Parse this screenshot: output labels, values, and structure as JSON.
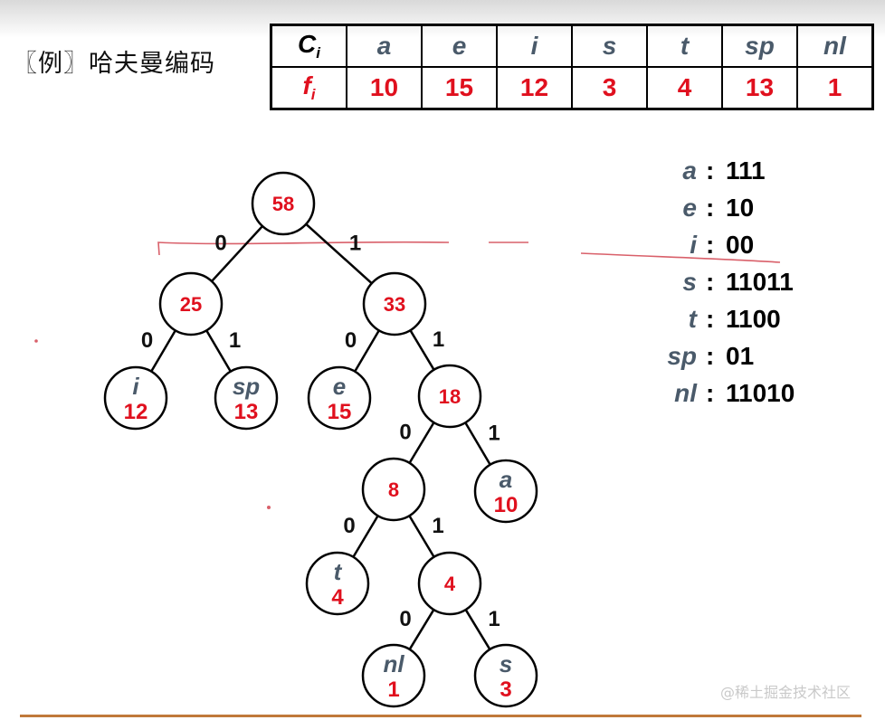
{
  "title": "〖例〗哈夫曼编码",
  "table": {
    "header_symbol": "C",
    "header_symbol_sub": "i",
    "header_freq": "f",
    "header_freq_sub": "i",
    "symbols": [
      "a",
      "e",
      "i",
      "s",
      "t",
      "sp",
      "nl"
    ],
    "frequencies": [
      "10",
      "15",
      "12",
      "3",
      "4",
      "13",
      "1"
    ]
  },
  "tree": {
    "nodes": [
      {
        "id": "root",
        "value": "58"
      },
      {
        "id": "n25",
        "value": "25"
      },
      {
        "id": "n33",
        "value": "33"
      },
      {
        "id": "leaf-i",
        "symbol": "i",
        "value": "12"
      },
      {
        "id": "leaf-sp",
        "symbol": "sp",
        "value": "13"
      },
      {
        "id": "leaf-e",
        "symbol": "e",
        "value": "15"
      },
      {
        "id": "n18",
        "value": "18"
      },
      {
        "id": "n8",
        "value": "8"
      },
      {
        "id": "leaf-a",
        "symbol": "a",
        "value": "10"
      },
      {
        "id": "leaf-t",
        "symbol": "t",
        "value": "4"
      },
      {
        "id": "n4",
        "value": "4"
      },
      {
        "id": "leaf-nl",
        "symbol": "nl",
        "value": "1"
      },
      {
        "id": "leaf-s",
        "symbol": "s",
        "value": "3"
      }
    ],
    "edges": [
      {
        "from": "root",
        "to": "n25",
        "bit": "0"
      },
      {
        "from": "root",
        "to": "n33",
        "bit": "1"
      },
      {
        "from": "n25",
        "to": "leaf-i",
        "bit": "0"
      },
      {
        "from": "n25",
        "to": "leaf-sp",
        "bit": "1"
      },
      {
        "from": "n33",
        "to": "leaf-e",
        "bit": "0"
      },
      {
        "from": "n33",
        "to": "n18",
        "bit": "1"
      },
      {
        "from": "n18",
        "to": "n8",
        "bit": "0"
      },
      {
        "from": "n18",
        "to": "leaf-a",
        "bit": "1"
      },
      {
        "from": "n8",
        "to": "leaf-t",
        "bit": "0"
      },
      {
        "from": "n8",
        "to": "n4",
        "bit": "1"
      },
      {
        "from": "n4",
        "to": "leaf-nl",
        "bit": "0"
      },
      {
        "from": "n4",
        "to": "leaf-s",
        "bit": "1"
      }
    ]
  },
  "codes": [
    {
      "symbol": "a",
      "code": "111"
    },
    {
      "symbol": "e",
      "code": "10"
    },
    {
      "symbol": "i",
      "code": "00"
    },
    {
      "symbol": "s",
      "code": "11011"
    },
    {
      "symbol": "t",
      "code": "1100"
    },
    {
      "symbol": "sp",
      "code": "01"
    },
    {
      "symbol": "nl",
      "code": "11010"
    }
  ],
  "colors": {
    "value_red": "#e0101e",
    "symbol_gray": "#4a5a6a",
    "annotation_red": "#d9606a",
    "rule_orange": "#c0793a"
  },
  "watermark": "@稀土掘金技术社区"
}
